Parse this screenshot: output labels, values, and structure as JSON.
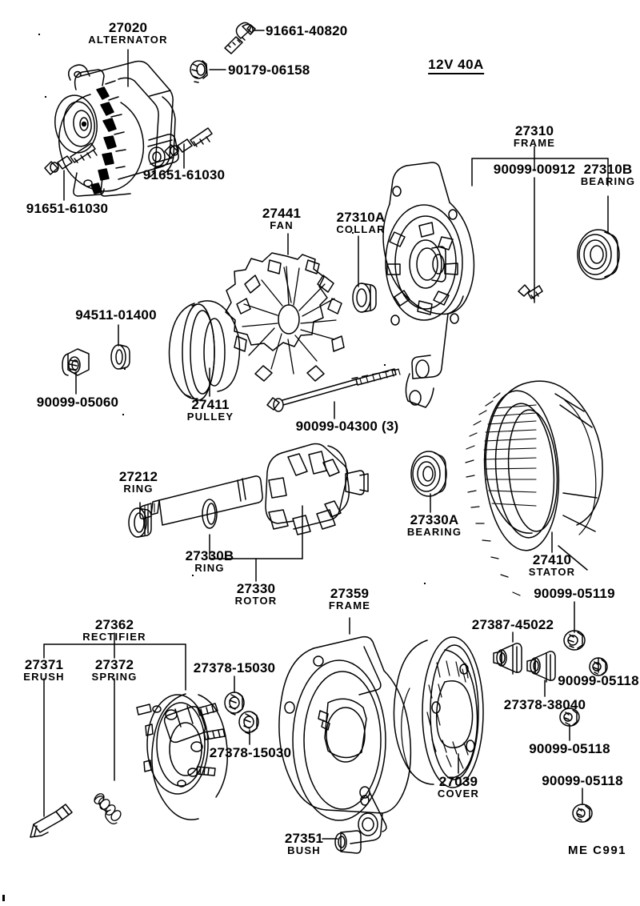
{
  "diagram": {
    "title": "12V 40A",
    "footer_code": "ME  C991",
    "type": "exploded-parts-diagram",
    "subject": "Alternator assembly"
  },
  "parts": [
    {
      "id": "p27020",
      "number": "27020",
      "name": "ALTERNATOR"
    },
    {
      "id": "p91661",
      "number": "91661-40820",
      "name": ""
    },
    {
      "id": "p90179",
      "number": "90179-06158",
      "name": ""
    },
    {
      "id": "p91651a",
      "number": "91651-61030",
      "name": ""
    },
    {
      "id": "p91651b",
      "number": "91651-61030",
      "name": ""
    },
    {
      "id": "p27310",
      "number": "27310",
      "name": "FRAME"
    },
    {
      "id": "p90099g",
      "number": "90099-00912",
      "name": ""
    },
    {
      "id": "p27310b",
      "number": "27310B",
      "name": "BEARING"
    },
    {
      "id": "p27441",
      "number": "27441",
      "name": "FAN"
    },
    {
      "id": "p27310a",
      "number": "27310A",
      "name": "COLLAR"
    },
    {
      "id": "p94511",
      "number": "94511-01400",
      "name": ""
    },
    {
      "id": "p90099n",
      "number": "90099-05060",
      "name": ""
    },
    {
      "id": "p27411",
      "number": "27411",
      "name": "PULLEY"
    },
    {
      "id": "p90099b",
      "number": "90099-04300 (3)",
      "name": ""
    },
    {
      "id": "p27212",
      "number": "27212",
      "name": "RING"
    },
    {
      "id": "p27330b",
      "number": "27330B",
      "name": "RING"
    },
    {
      "id": "p27330",
      "number": "27330",
      "name": "ROTOR"
    },
    {
      "id": "p27330a",
      "number": "27330A",
      "name": "BEARING"
    },
    {
      "id": "p27410",
      "number": "27410",
      "name": "STATOR"
    },
    {
      "id": "p27362",
      "number": "27362",
      "name": "RECTIFIER"
    },
    {
      "id": "p27371",
      "number": "27371",
      "name": "ERUSH"
    },
    {
      "id": "p27372",
      "number": "27372",
      "name": "SPRING"
    },
    {
      "id": "p27378a",
      "number": "27378-15030",
      "name": ""
    },
    {
      "id": "p27378b",
      "number": "27378-15030",
      "name": ""
    },
    {
      "id": "p27359",
      "number": "27359",
      "name": "FRAME"
    },
    {
      "id": "p27351",
      "number": "27351",
      "name": "BUSH"
    },
    {
      "id": "p27387",
      "number": "27387-45022",
      "name": ""
    },
    {
      "id": "p90099a",
      "number": "90099-05119",
      "name": ""
    },
    {
      "id": "p90099c",
      "number": "90099-05118",
      "name": ""
    },
    {
      "id": "p27378c",
      "number": "27378-38040",
      "name": ""
    },
    {
      "id": "p90099d",
      "number": "90099-05118",
      "name": ""
    },
    {
      "id": "p90099e",
      "number": "90099-05118",
      "name": ""
    },
    {
      "id": "p27039",
      "number": "27039",
      "name": "COVER"
    }
  ],
  "colors": {
    "ink": "#000000",
    "paper": "#ffffff"
  }
}
